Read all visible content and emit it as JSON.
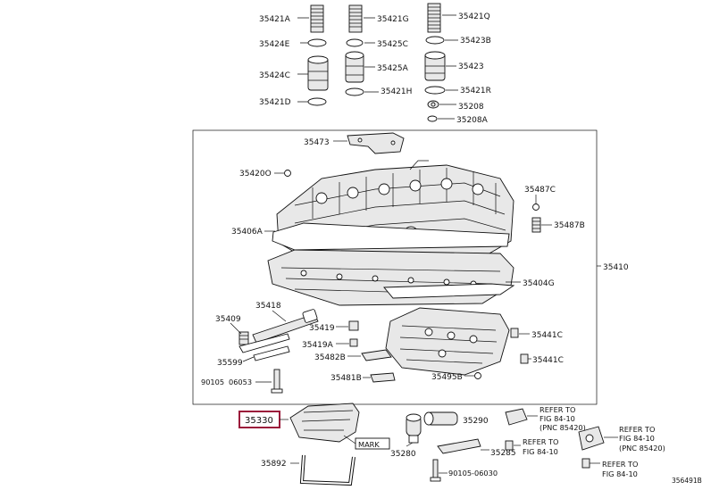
{
  "parts": {
    "p35421A": "35421A",
    "p35421G": "35421G",
    "p35421Q": "35421Q",
    "p35424E": "35424E",
    "p35425C": "35425C",
    "p35423B": "35423B",
    "p35424C": "35424C",
    "p35425A": "35425A",
    "p35423": "35423",
    "p35421D": "35421D",
    "p35421H": "35421H",
    "p35421R": "35421R",
    "p35208": "35208",
    "p35208A": "35208A",
    "p35473": "35473",
    "p35420O": "35420O",
    "p35487C": "35487C",
    "p35406A": "35406A",
    "p35487B": "35487B",
    "p35410": "35410",
    "p35404G": "35404G",
    "p35418": "35418",
    "p35409": "35409",
    "p35419": "35419",
    "p35441Ca": "35441C",
    "p35419A": "35419A",
    "p35482B": "35482B",
    "p35599": "35599",
    "p35441Cb": "35441C",
    "p90105a": "90105",
    "p90105a_suffix": "06053",
    "p35481B": "35481B",
    "p35495B": "35495B",
    "p35330": "35330",
    "p35290": "35290",
    "p35285": "35285",
    "p35280": "35280",
    "p90105b": "90105-06030",
    "p35892": "35892",
    "mark": "MARK",
    "diagram_id": "356491B"
  },
  "refs": {
    "r1_line1": "REFER TO",
    "r1_line2": "FIG 84-10",
    "r1_line3": "(PNC 85420)",
    "r2_line1": "REFER TO",
    "r2_line2": "FIG 84-10",
    "r3_line1": "REFER TO",
    "r3_line2": "FIG 84-10",
    "r3_line3": "(PNC 85420)",
    "r4_line1": "REFER TO",
    "r4_line2": "FIG 84-10"
  },
  "colors": {
    "highlight": "#9b1b3b",
    "ink": "#111111"
  }
}
